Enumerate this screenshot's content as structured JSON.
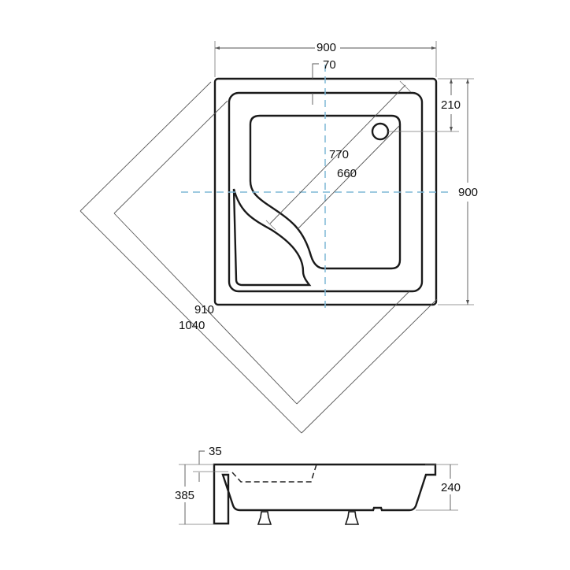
{
  "drawing": {
    "type": "square shower tray technical drawing",
    "top_view": {
      "dimensions": {
        "width": "900",
        "depth": "900",
        "rim_offset": "70",
        "drain_offset": "210",
        "diagonal_outer": "770",
        "diagonal_inner": "660",
        "outer_corner_diagonal": "1040",
        "inner_corner_diagonal": "910"
      }
    },
    "side_view": {
      "dimensions": {
        "rim_thickness": "35",
        "total_height": "385",
        "basin_depth": "240"
      }
    },
    "colors": {
      "outline": "#1a1a1a",
      "dimension_line": "#555555",
      "center_axis": "#7fb8d6"
    }
  }
}
